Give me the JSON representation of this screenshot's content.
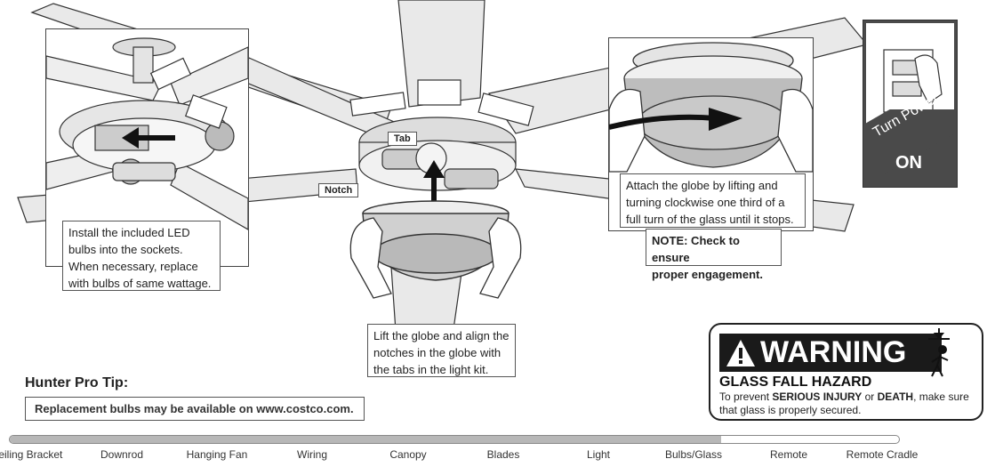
{
  "callouts": {
    "install": [
      "Install the included LED",
      "bulbs into the sockets.",
      "When necessary, replace",
      "with bulbs of same wattage."
    ],
    "lift": [
      "Lift the globe and align the",
      "notches in the globe with",
      "the tabs in the light kit."
    ],
    "attach": [
      "Attach the globe by lifting and",
      "turning clockwise one third of a",
      "full turn of the glass until it stops."
    ],
    "note": [
      "NOTE: Check to ensure",
      "proper engagement."
    ]
  },
  "labels": {
    "tab": "Tab",
    "notch": "Notch"
  },
  "tip": {
    "title": "Hunter Pro Tip:",
    "text": "Replacement bulbs may be available on www.costco.com."
  },
  "power": {
    "line1": "Turn Power",
    "line2": "ON"
  },
  "warning": {
    "title": "WARNING",
    "hazard": "GLASS FALL HAZARD",
    "text_pre": "To prevent ",
    "text_b1": "SERIOUS INJURY",
    "text_mid": " or ",
    "text_b2": "DEATH",
    "text_post": ", make sure that glass is properly secured."
  },
  "nav": {
    "progress": 0.8,
    "items": [
      "Ceiling Bracket",
      "Downrod",
      "Hanging Fan",
      "Wiring",
      "Canopy",
      "Blades",
      "Light",
      "Bulbs/Glass",
      "Remote",
      "Remote Cradle"
    ]
  },
  "colors": {
    "warning_black": "#1a1a1a",
    "power_panel": "#4a4a4a",
    "progress_fill": "#b7b7b7"
  }
}
